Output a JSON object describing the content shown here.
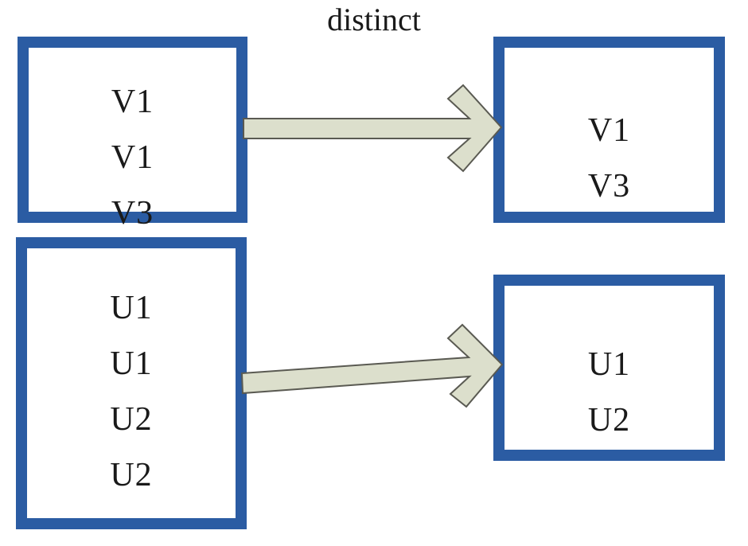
{
  "title": "distinct",
  "groups": [
    {
      "input": [
        "V1",
        "V1",
        "V3"
      ],
      "output": [
        "V1",
        "V3"
      ]
    },
    {
      "input": [
        "U1",
        "U1",
        "U2",
        "U2"
      ],
      "output": [
        "U1",
        "U2"
      ]
    }
  ],
  "colors": {
    "box_border": "#2b5ca3",
    "arrow_fill": "#dcdfcc",
    "arrow_stroke": "#5a5a52"
  }
}
